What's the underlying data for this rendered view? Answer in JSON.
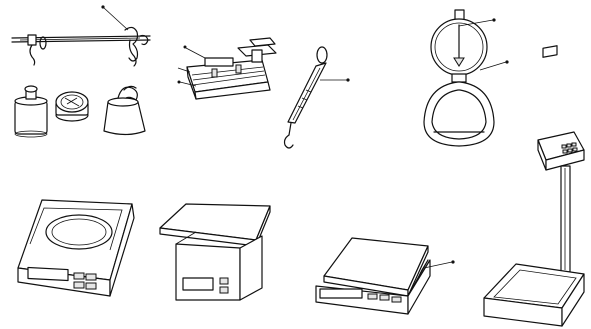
{
  "figure": {
    "background": "#ffffff",
    "line_color": "#111111",
    "items": [
      {
        "id": "steelyard",
        "icon": "steelyard-balance-icon"
      },
      {
        "id": "weights",
        "icon": "weight-set-icon"
      },
      {
        "id": "beam-balance",
        "icon": "beam-balance-icon"
      },
      {
        "id": "spring-scale",
        "icon": "spring-scale-icon"
      },
      {
        "id": "dial-hanging-scale",
        "icon": "dial-hanging-scale-icon"
      },
      {
        "id": "digital-balance",
        "icon": "digital-balance-icon"
      },
      {
        "id": "postal-scale",
        "icon": "postal-scale-icon"
      },
      {
        "id": "kitchen-scale",
        "icon": "kitchen-scale-icon"
      },
      {
        "id": "platform-scale",
        "icon": "platform-scale-icon"
      }
    ]
  }
}
